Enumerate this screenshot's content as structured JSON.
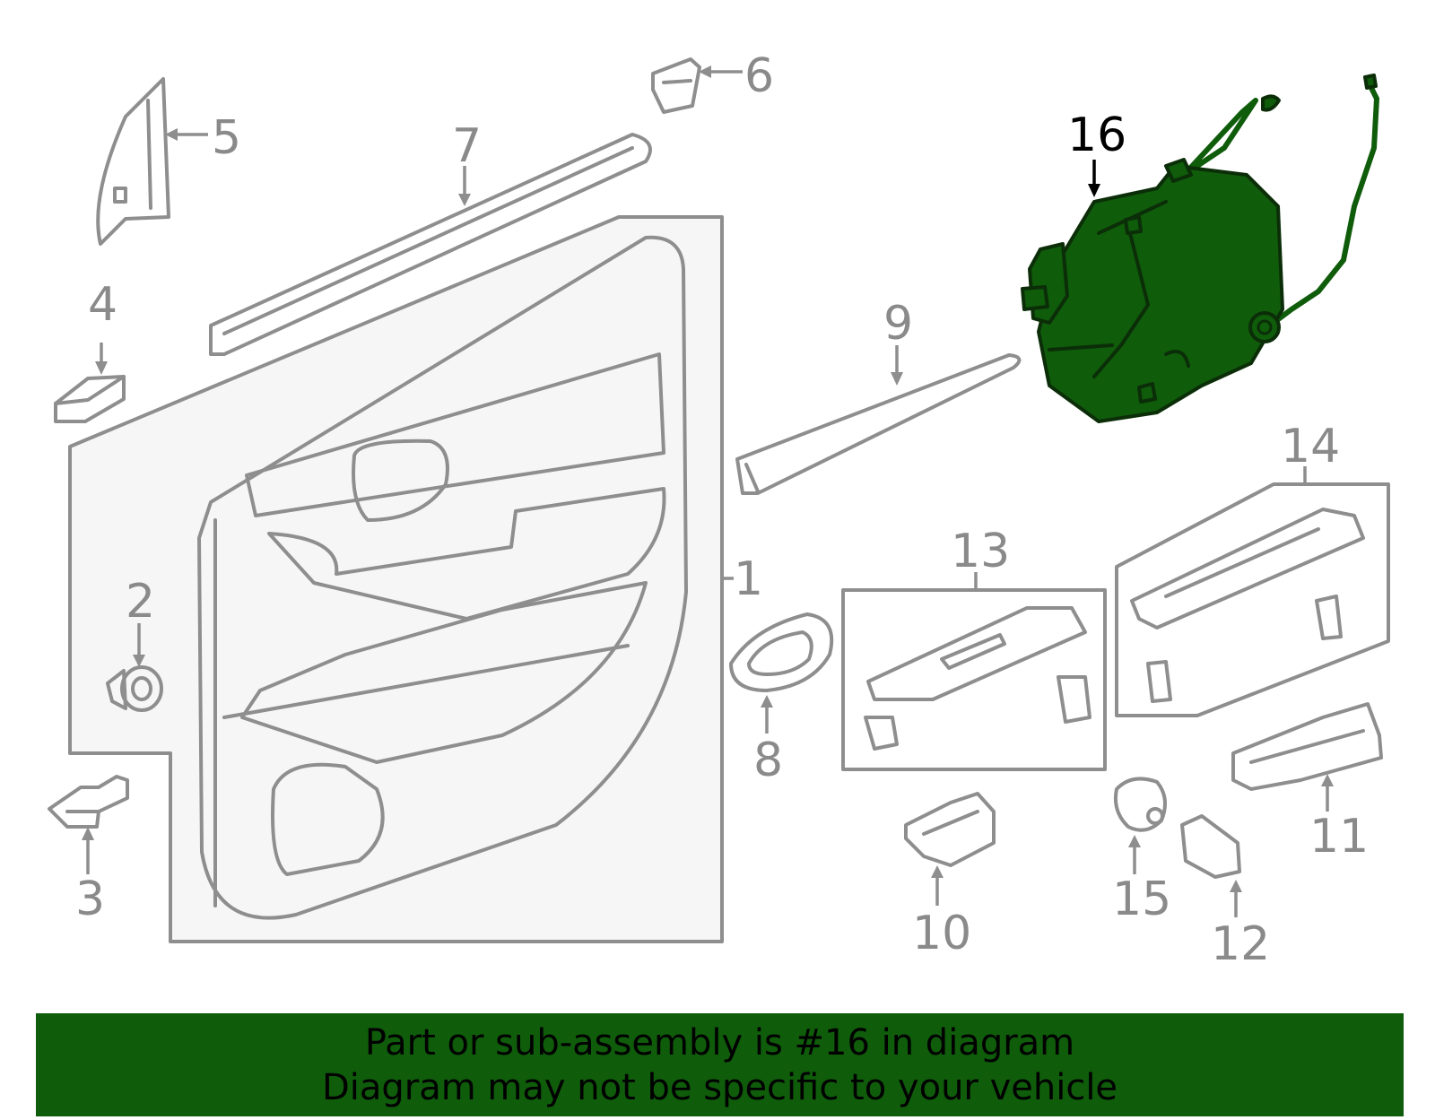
{
  "callouts": [
    "1",
    "2",
    "3",
    "4",
    "5",
    "6",
    "7",
    "8",
    "9",
    "10",
    "11",
    "12",
    "13",
    "14",
    "15",
    "16"
  ],
  "highlighted_part": "16",
  "banner": {
    "line1": "Part or sub-assembly is #16 in diagram",
    "line2": "Diagram may not be specific to your vehicle"
  },
  "colors": {
    "highlight": "#0f5c0b",
    "line": "#8e8e8e",
    "background": "#ffffff"
  }
}
